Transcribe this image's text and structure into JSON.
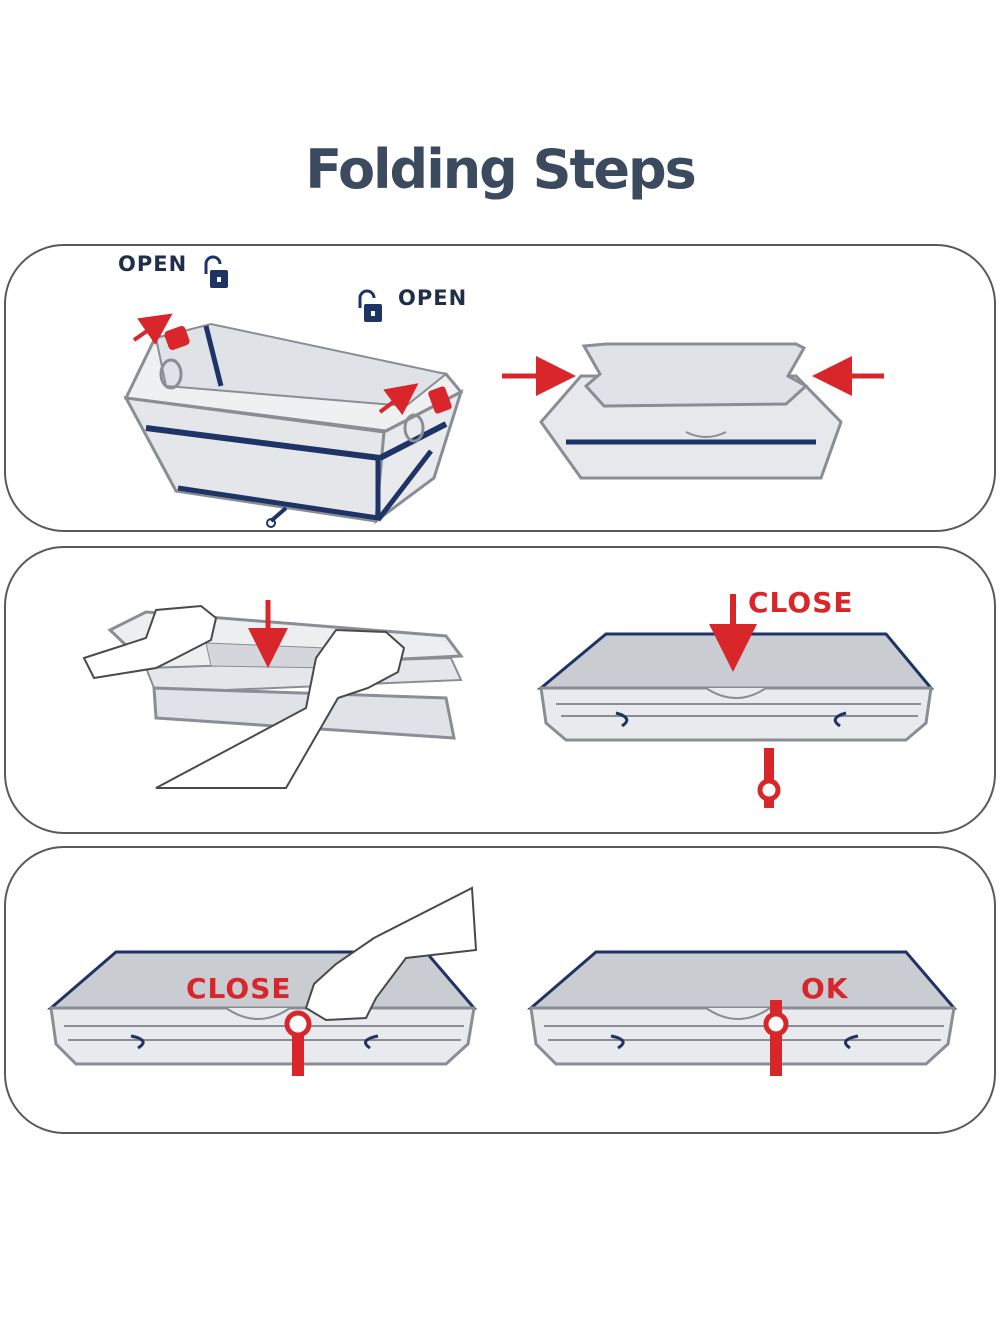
{
  "title": "Folding Steps",
  "colors": {
    "title": "#3b4a5e",
    "navy": "#1f3466",
    "red": "#d8262b",
    "tub_fill": "#dfe2e6",
    "tub_outline": "#8a8e94"
  },
  "icons": [
    "open-lock-icon",
    "arrow-icon",
    "hand-icon",
    "strap-icon"
  ],
  "panels": [
    {
      "step1": {
        "label_left": "OPEN",
        "label_right": "OPEN"
      }
    },
    {
      "step4": {
        "label": "CLOSE"
      }
    },
    {
      "step5": {
        "label": "CLOSE"
      },
      "step6": {
        "label": "OK"
      }
    }
  ]
}
